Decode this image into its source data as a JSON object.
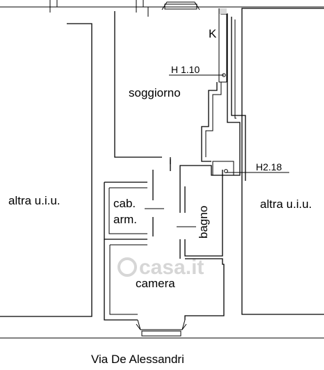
{
  "rooms": {
    "kitchen": "K",
    "living": "soggiorno",
    "closet_line1": "cab.",
    "closet_line2": "arm.",
    "bathroom": "bagno",
    "bedroom": "camera"
  },
  "neighbors": {
    "left": "altra u.i.u.",
    "right": "altra u.i.u."
  },
  "heights": {
    "upper": "H 1.10",
    "lower": "H2.18"
  },
  "street": "Via De Alessandri",
  "watermark": "casa.it"
}
